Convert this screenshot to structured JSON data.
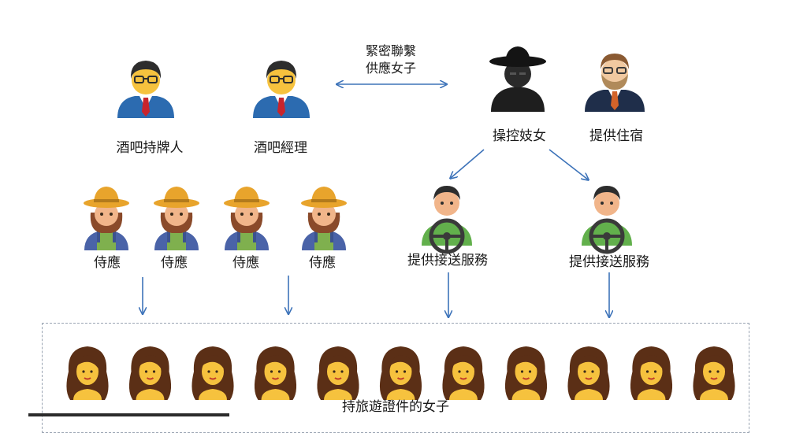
{
  "roles": {
    "bar_licensee": "酒吧持牌人",
    "bar_manager": "酒吧經理",
    "pimp": "操控妓女",
    "lodging": "提供住宿"
  },
  "link_note": {
    "line1": "緊密聯繫",
    "line2": "供應女子"
  },
  "waiters": [
    "侍應",
    "侍應",
    "侍應",
    "侍應"
  ],
  "drivers": [
    "提供接送服務",
    "提供接送服務"
  ],
  "women_group": {
    "label": "持旅遊證件的女子",
    "count": 11
  },
  "colors": {
    "arrow": "#3d73b9",
    "suit": "#2c6bb0",
    "hat": "#e8a42c",
    "driver_shirt": "#62b04c",
    "hair": "#5b2f16",
    "skin": "#f6c23e"
  },
  "icons": {
    "manager": "businessman-icon",
    "pimp": "hooded-figure-icon",
    "lodging": "bearded-man-icon",
    "waiter": "farmer-icon",
    "driver": "driver-icon",
    "woman": "woman-icon"
  }
}
